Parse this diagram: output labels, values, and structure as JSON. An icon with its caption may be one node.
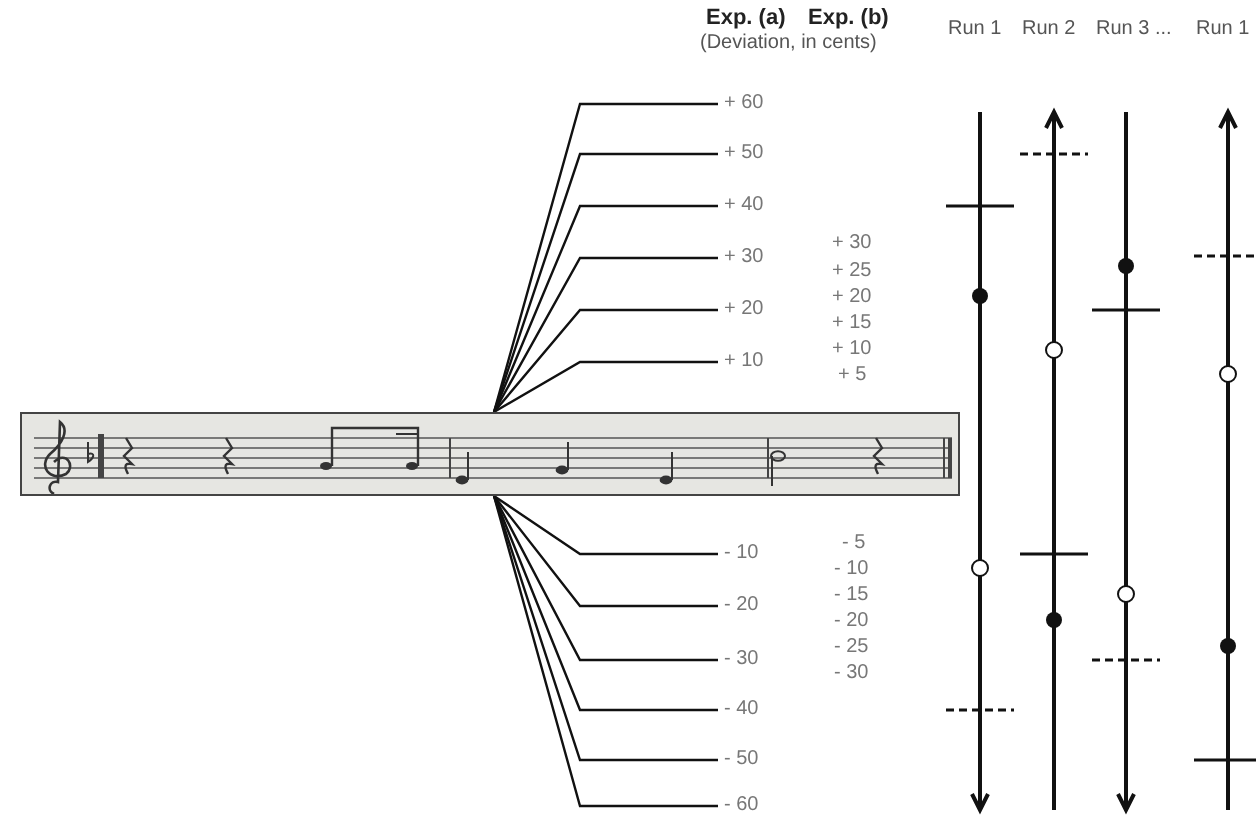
{
  "diagram": {
    "nodes": [
      {
        "text": [],
        "shape": "picture"
      },
      {
        "text": [
          "+ 60"
        ]
      },
      {
        "text": [
          "+ 50"
        ]
      },
      {
        "text": [
          "+ 40"
        ]
      },
      {
        "text": [
          "+ 30"
        ]
      },
      {
        "text": [
          "+ 20"
        ]
      },
      {
        "text": [
          "+ 10"
        ]
      },
      {
        "text": [
          "- 10"
        ]
      },
      {
        "text": [
          "- 20"
        ]
      },
      {
        "text": [
          "- 30"
        ]
      },
      {
        "text": [
          "- 40"
        ]
      },
      {
        "text": [
          "- 50"
        ]
      },
      {
        "text": [
          "- 60"
        ]
      }
    ],
    "edges": [
      {
        "from": 1,
        "to": 0,
        "arrow": "none"
      },
      {
        "from": 2,
        "to": 0,
        "arrow": "none"
      },
      {
        "from": 3,
        "to": 0,
        "arrow": "none"
      },
      {
        "from": 4,
        "to": 0,
        "arrow": "none"
      },
      {
        "from": 5,
        "to": 0,
        "arrow": "none"
      },
      {
        "from": 6,
        "to": 0,
        "arrow": "none"
      },
      {
        "from": 7,
        "to": 0,
        "arrow": "none"
      },
      {
        "from": 8,
        "to": 0,
        "arrow": "none"
      },
      {
        "from": 9,
        "to": 0,
        "arrow": "none"
      },
      {
        "from": 10,
        "to": 0,
        "arrow": "none"
      },
      {
        "from": 11,
        "to": 0,
        "arrow": "none"
      },
      {
        "from": 12,
        "to": 0,
        "arrow": "none"
      }
    ],
    "labels": [
      "Exp. (a)",
      "Exp. (b)",
      "Run 1",
      "Run 2",
      "Run 3 ...",
      "Run 1",
      "(Deviation, in cents)",
      "+ 30",
      "+ 25",
      "+ 20",
      "+ 15",
      "+ 10",
      "+ 5",
      "- 5",
      "- 10",
      "- 15",
      "- 20",
      "- 25",
      "- 30"
    ]
  }
}
